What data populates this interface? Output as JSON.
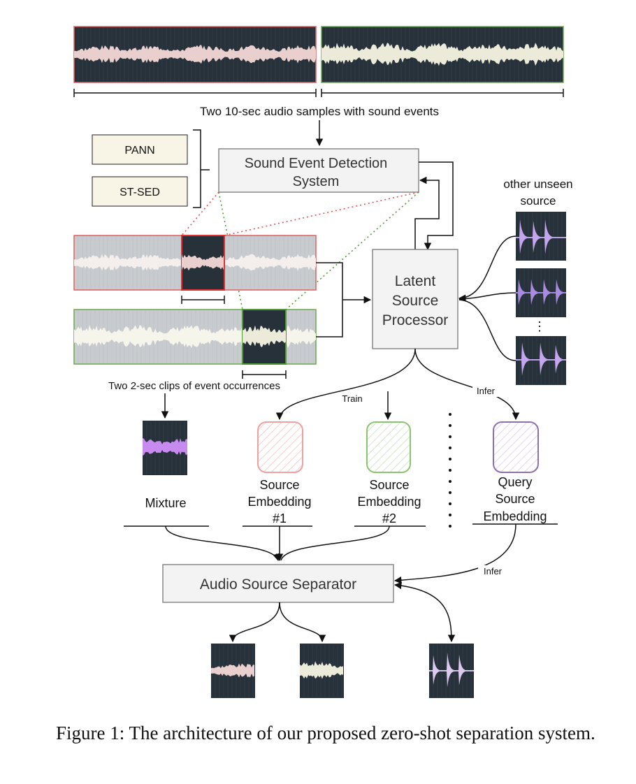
{
  "top_caption": "Two 10-sec audio samples with sound events",
  "sed_models": [
    "PANN",
    "ST-SED"
  ],
  "sed_box": {
    "line1": "Sound Event Detection",
    "line2": "System"
  },
  "unseen": {
    "line1": "other unseen",
    "line2": "source",
    "ellipsis": "⋮"
  },
  "lsp_box": {
    "line1": "Latent",
    "line2": "Source",
    "line3": "Processor"
  },
  "clips_caption": "Two 2-sec clips of event occurrences",
  "edge_labels": {
    "train": "Train",
    "infer_top": "Infer",
    "infer_bottom": "Infer"
  },
  "outputs": {
    "mixture": "Mixture",
    "emb1": [
      "Source",
      "Embedding",
      "#1"
    ],
    "emb2": [
      "Source",
      "Embedding",
      "#2"
    ],
    "query": [
      "Query",
      "Source",
      "Embedding"
    ]
  },
  "separator": "Audio Source Separator",
  "figure_caption": "Figure 1: The architecture of our proposed zero-shot separation system.",
  "colors": {
    "dark_panel": "#27313a",
    "pink_wave": "#e9cfcd",
    "cream_wave": "#ecebd9",
    "purple_wave": "#c4a6ee",
    "red_border": "#e06060",
    "green_border": "#6aa84f",
    "purple_border": "#8e6fb5",
    "gray_box": "#f3f3f3"
  }
}
